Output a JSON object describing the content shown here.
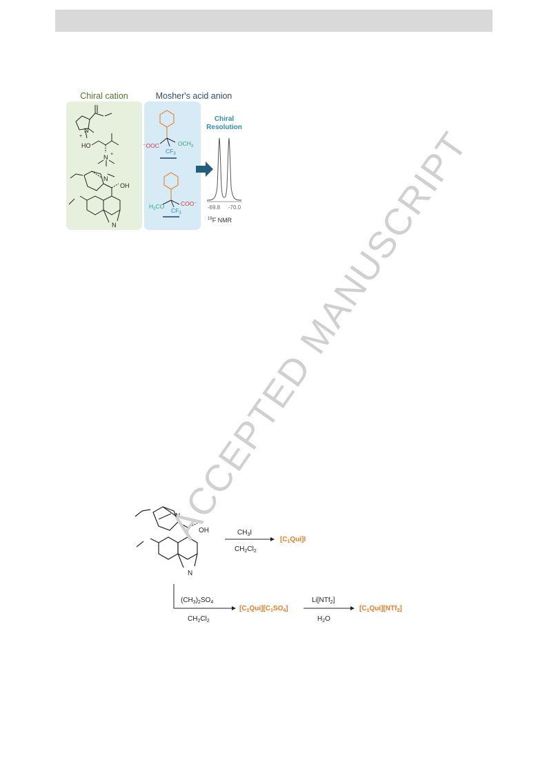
{
  "watermark": "ACCEPTED MANUSCRIPT",
  "graphical_abstract": {
    "cation_title": "Chiral cation",
    "anion_title": "Mosher's acid anion",
    "resolution_label_1": "Chiral",
    "resolution_label_2": "Resolution",
    "nmr_tick_1": "-69.8",
    "nmr_tick_2": "-70.0",
    "nmr_label_sup": "19",
    "nmr_label": "F NMR",
    "anion_1": {
      "carboxylate": "⁻OOC",
      "methoxy": "OCH",
      "methoxy_sub": "3",
      "cf3": "CF",
      "cf3_sub": "3"
    },
    "anion_2": {
      "methoxy": "H",
      "methoxy_sub": "3",
      "methoxy_tail": "CO",
      "carboxylate": "COO⁻",
      "cf3": "CF",
      "cf3_sub": "3"
    },
    "cation_labels": {
      "n_plus_1": "N",
      "plus": "+",
      "ho": "HO",
      "n_plus_2": "N",
      "n_plus_3": "N",
      "oh": "OH",
      "n_quin": "N"
    },
    "colors": {
      "cation_panel": "#e6f0dc",
      "anion_panel": "#d7ebf7",
      "cation_title": "#4f7a28",
      "anion_title": "#2d4f70",
      "resolution": "#2f8fb5",
      "arrow": "#235c7c",
      "phenyl": "#e5883a",
      "methoxy": "#2aa57a",
      "carboxylate": "#d4364a",
      "cf3": "#2e84bf"
    }
  },
  "scheme": {
    "reagent_1": "CH",
    "reagent_1_sub": "3",
    "reagent_1_tail": "I",
    "solvent_1": "CH",
    "solvent_1_sub": "2",
    "solvent_1_tail": "Cl",
    "solvent_1_sub2": "2",
    "product_1": "[C",
    "product_1_sub": "1",
    "product_1_tail": "Qui]I",
    "reagent_2": "(CH",
    "reagent_2_sub": "3",
    "reagent_2_mid": ")",
    "reagent_2_sub2": "2",
    "reagent_2_tail": "SO",
    "reagent_2_sub3": "4",
    "solvent_2": "CH",
    "solvent_2_sub": "2",
    "solvent_2_tail": "Cl",
    "solvent_2_sub2": "2",
    "product_2_a": "[C",
    "product_2_sub1": "1",
    "product_2_b": "Qui][C",
    "product_2_sub2": "1",
    "product_2_c": "SO",
    "product_2_sub3": "4",
    "product_2_d": "]",
    "reagent_3": "Li[NTf",
    "reagent_3_sub": "2",
    "reagent_3_tail": "]",
    "solvent_3": "H",
    "solvent_3_sub": "2",
    "solvent_3_tail": "O",
    "product_3_a": "[C",
    "product_3_sub1": "1",
    "product_3_b": "Qui][NTf",
    "product_3_sub2": "2",
    "product_3_c": "]",
    "labels": {
      "n_bridge": "N",
      "oh": "OH",
      "n_quin": "N"
    },
    "product_color": "#f07a22"
  }
}
